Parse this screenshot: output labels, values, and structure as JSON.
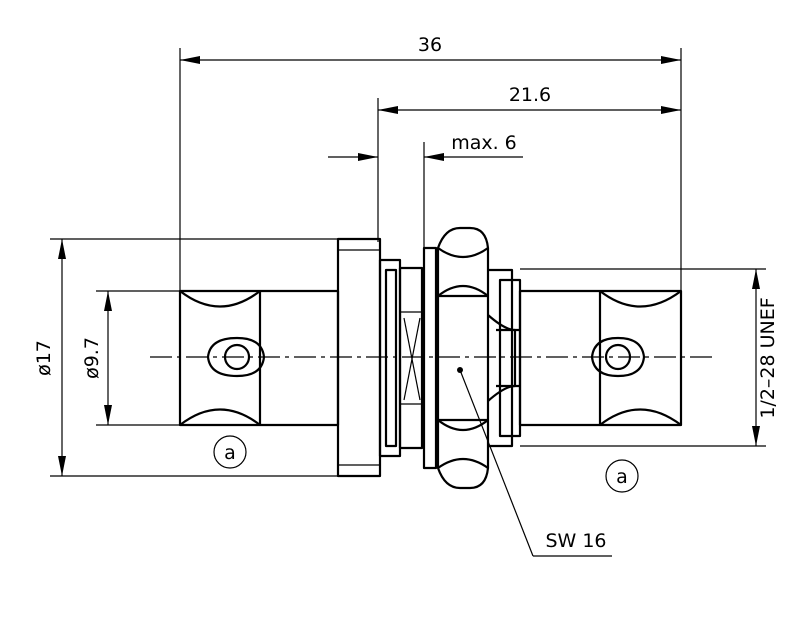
{
  "dimensions": {
    "overall_length": "36",
    "right_length": "21.6",
    "panel_thickness": "max. 6",
    "flange_diameter": "ø17",
    "body_diameter": "ø9.7",
    "thread": "1/2–28 UNEF",
    "wrench_size": "SW 16"
  },
  "markers": {
    "left": "a",
    "right": "a"
  }
}
